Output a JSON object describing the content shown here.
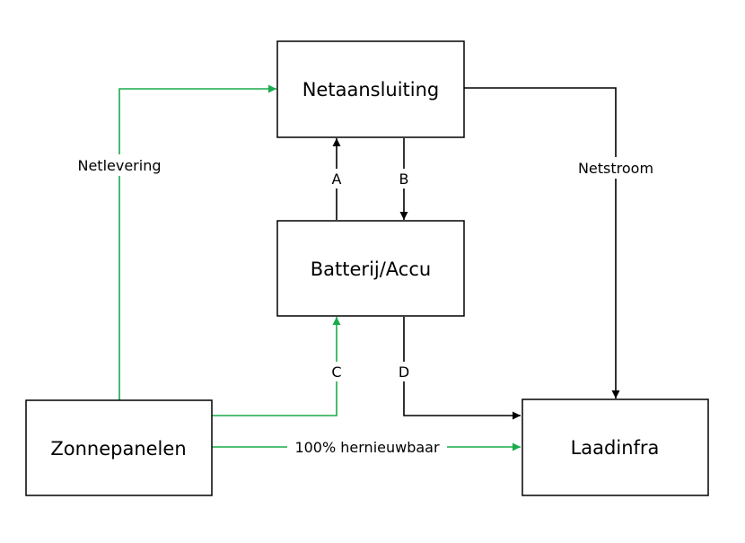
{
  "colors": {
    "green": "#1aab4b",
    "black": "#000000"
  },
  "nodes": {
    "netaansluiting": "Netaansluiting",
    "batterij": "Batterij/Accu",
    "zonnepanelen": "Zonnepanelen",
    "laadinfra": "Laadinfra"
  },
  "edges": {
    "netlevering": "Netlevering",
    "netstroom": "Netstroom",
    "a": "A",
    "b": "B",
    "c": "C",
    "d": "D",
    "hernieuwbaar": "100% hernieuwbaar"
  }
}
